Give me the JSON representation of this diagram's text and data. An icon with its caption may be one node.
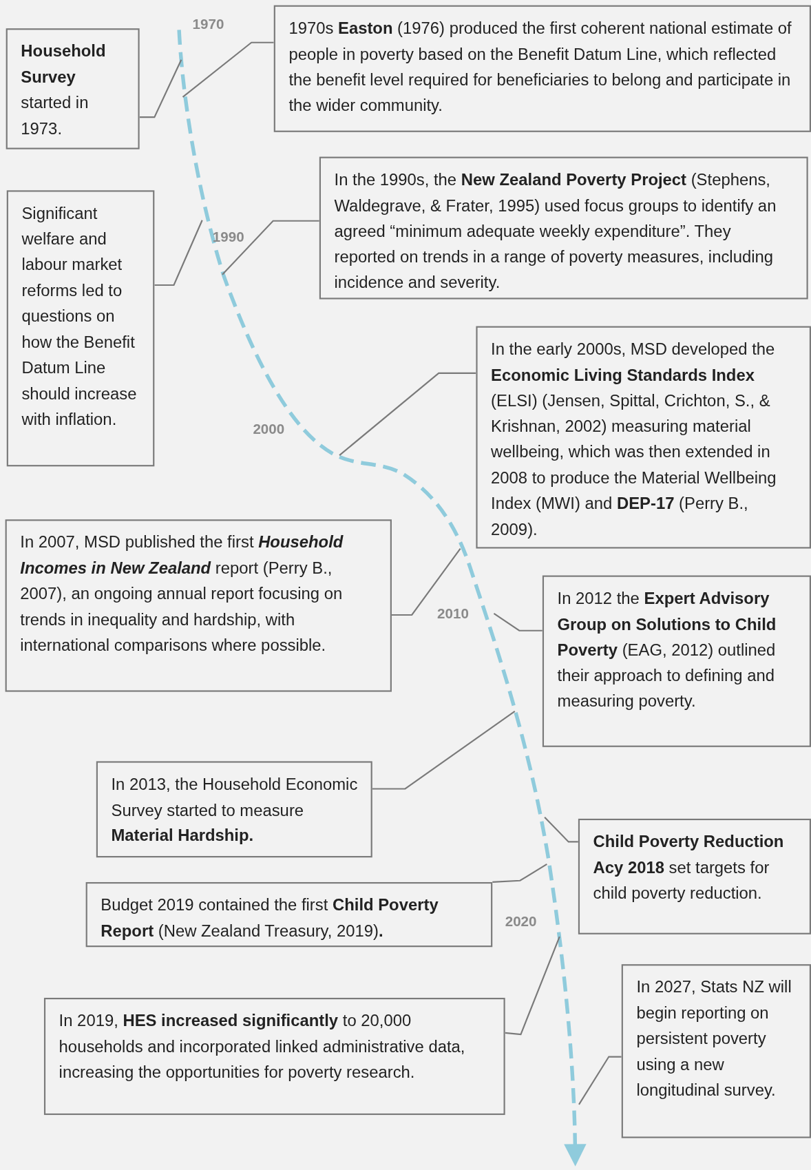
{
  "diagram": {
    "nodes": [
      {
        "text": [
          "**Household Survey** started in 1973."
        ]
      },
      {
        "text": [
          "1970s **Easton** (1976) produced the first coherent national estimate of people in poverty based on the Benefit Datum Line, which reflected the benefit level required for beneficiaries to belong and participate in the wider community."
        ]
      },
      {
        "text": [
          "Significant welfare and labour market reforms led to questions on how the Benefit Datum Line should increase with inflation."
        ]
      },
      {
        "text": [
          "In the 1990s, the **New Zealand Poverty Project** (Stephens, Waldegrave, & Frater, 1995) used focus groups to identify an agreed “minimum adequate weekly expenditure”. They reported on trends in a range of poverty measures, including incidence and severity."
        ]
      },
      {
        "text": [
          "In the early 2000s, MSD developed the **Economic Living Standards Index** (ELSI) (Jensen, Spittal, Crichton, S., & Krishnan, 2002) measuring material wellbeing, which was then extended in 2008 to produce the Material Wellbeing Index (MWI) and **DEP-17** (Perry B., 2009)."
        ]
      },
      {
        "text": [
          "In 2007, MSD published the first *Household Incomes in New Zealand* report (Perry B., 2007), an ongoing annual report focusing on trends in inequality and hardship, with international comparisons where possible."
        ]
      },
      {
        "text": [
          "In 2012 the **Expert Advisory Group on Solutions to Child Poverty** (EAG, 2012) outlined their approach to defining and measuring poverty."
        ]
      },
      {
        "text": [
          "In 2013, the Household Economic Survey started to measure **Material Hardship.**"
        ]
      },
      {
        "text": [
          "**Child Poverty Reduction Acy 2018** set targets for child poverty reduction."
        ]
      },
      {
        "text": [
          "Budget 2019 contained the first **Child Poverty Report** (New Zealand Treasury, 2019)**.**"
        ]
      },
      {
        "text": [
          "In 2019, **HES increased significantly** to 20,000 households and incorporated linked administrative data, increasing the opportunities for poverty research."
        ]
      },
      {
        "text": [
          "In 2027, Stats NZ will begin reporting on persistent poverty using a new longitudinal survey."
        ]
      }
    ],
    "edges": [
      {
        "from": 0,
        "to": null,
        "arrow": "none"
      },
      {
        "from": 1,
        "to": null,
        "arrow": "none"
      },
      {
        "from": 2,
        "to": null,
        "arrow": "none"
      },
      {
        "from": 3,
        "to": null,
        "arrow": "none"
      },
      {
        "from": 4,
        "to": null,
        "arrow": "none"
      },
      {
        "from": 5,
        "to": null,
        "arrow": "none"
      },
      {
        "from": 6,
        "to": null,
        "arrow": "none"
      },
      {
        "from": 7,
        "to": null,
        "arrow": "none"
      },
      {
        "from": 8,
        "to": null,
        "arrow": "none"
      },
      {
        "from": 9,
        "to": null,
        "arrow": "none"
      },
      {
        "from": 10,
        "to": null,
        "arrow": "none"
      },
      {
        "from": 11,
        "to": null,
        "arrow": "none"
      }
    ],
    "labels": [
      "1970",
      "1990",
      "2000",
      "2010",
      "2020"
    ]
  }
}
